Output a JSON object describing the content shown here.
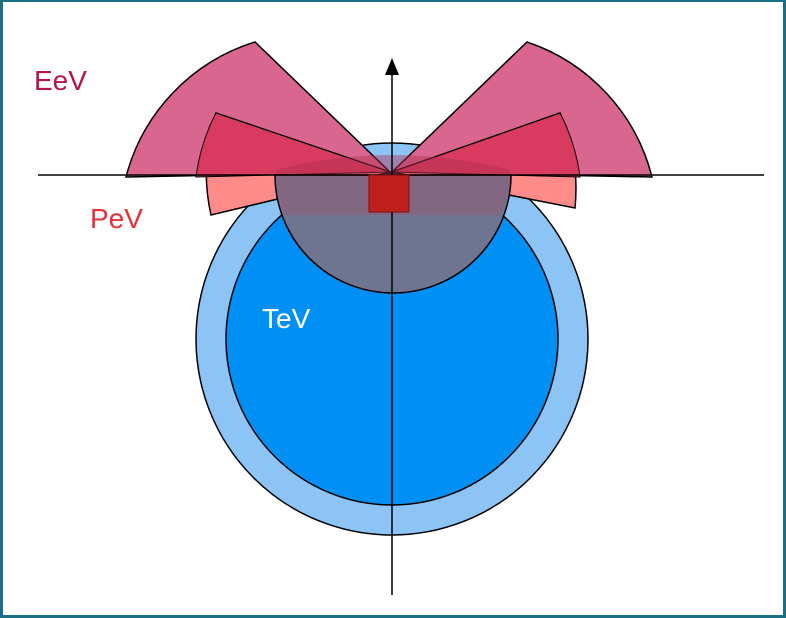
{
  "labels": {
    "eev": "EeV",
    "pev": "PeV",
    "tev": "TeV"
  },
  "colors": {
    "eev_text": "#b3124f",
    "pev_text": "#e8303a",
    "tev_text": "#ffffff",
    "eev_wedge": "#d9668f",
    "pev_wedge": "#ff8a8a",
    "overlap_wedge": "#d93a60",
    "outer_ring": "#8cc5f5",
    "inner_disk": "#0090f5",
    "overlap_region": "#6f7490",
    "detector": "#c0201c",
    "frame": "#1a6f84"
  }
}
